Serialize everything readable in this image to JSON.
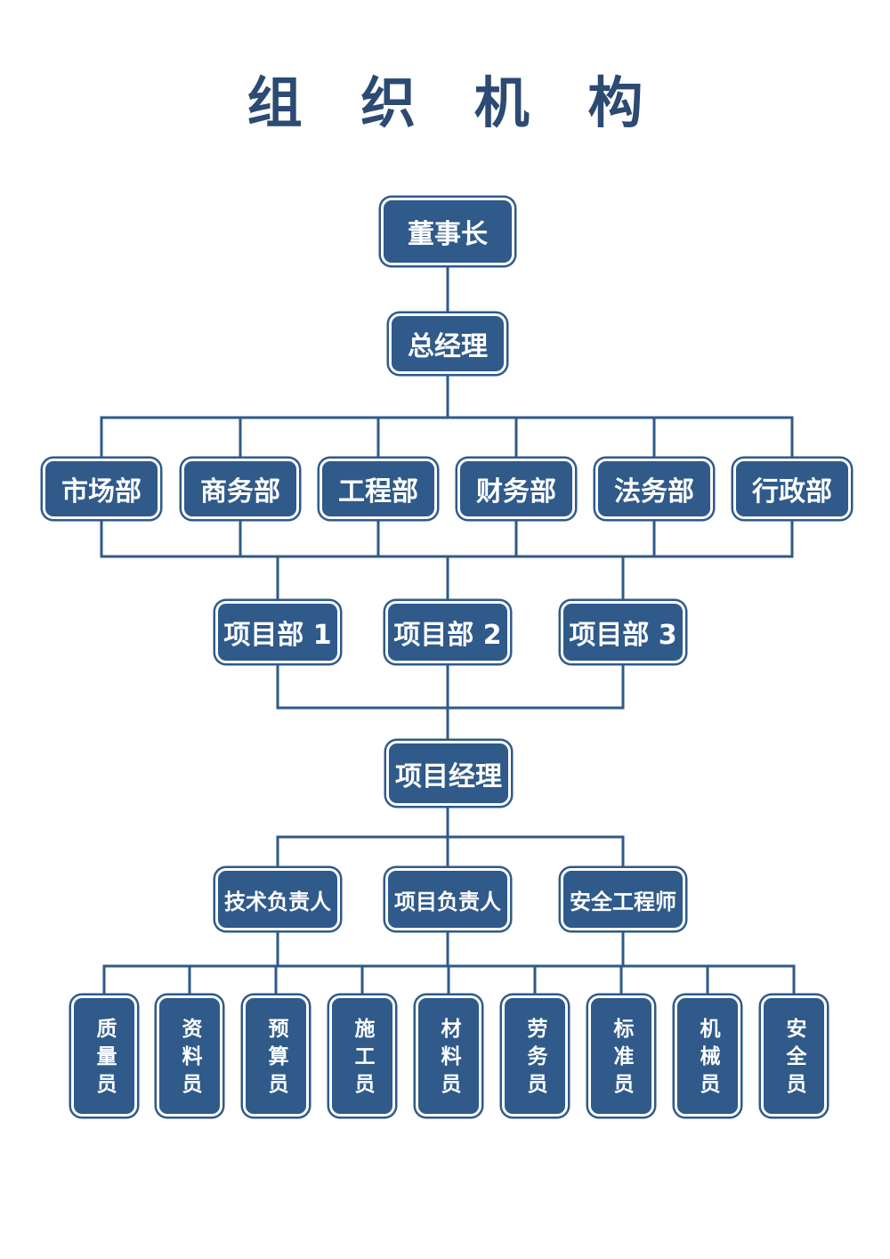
{
  "title": "组 织 机 构",
  "colors": {
    "node_fill": "#2f5a8a",
    "line": "#2f5a8a",
    "title": "#2c4a72"
  },
  "nodes": {
    "chairman": "董事长",
    "general_manager": "总经理",
    "departments": [
      "市场部",
      "商务部",
      "工程部",
      "财务部",
      "法务部",
      "行政部"
    ],
    "project_departments": [
      "项目部 1",
      "项目部 2",
      "项目部 3"
    ],
    "project_manager": "项目经理",
    "leads": [
      "技术负责人",
      "项目负责人",
      "安全工程师"
    ],
    "staff": [
      "质量员",
      "资料员",
      "预算员",
      "施工员",
      "材料员",
      "劳务员",
      "标准员",
      "机械员",
      "安全员"
    ]
  }
}
